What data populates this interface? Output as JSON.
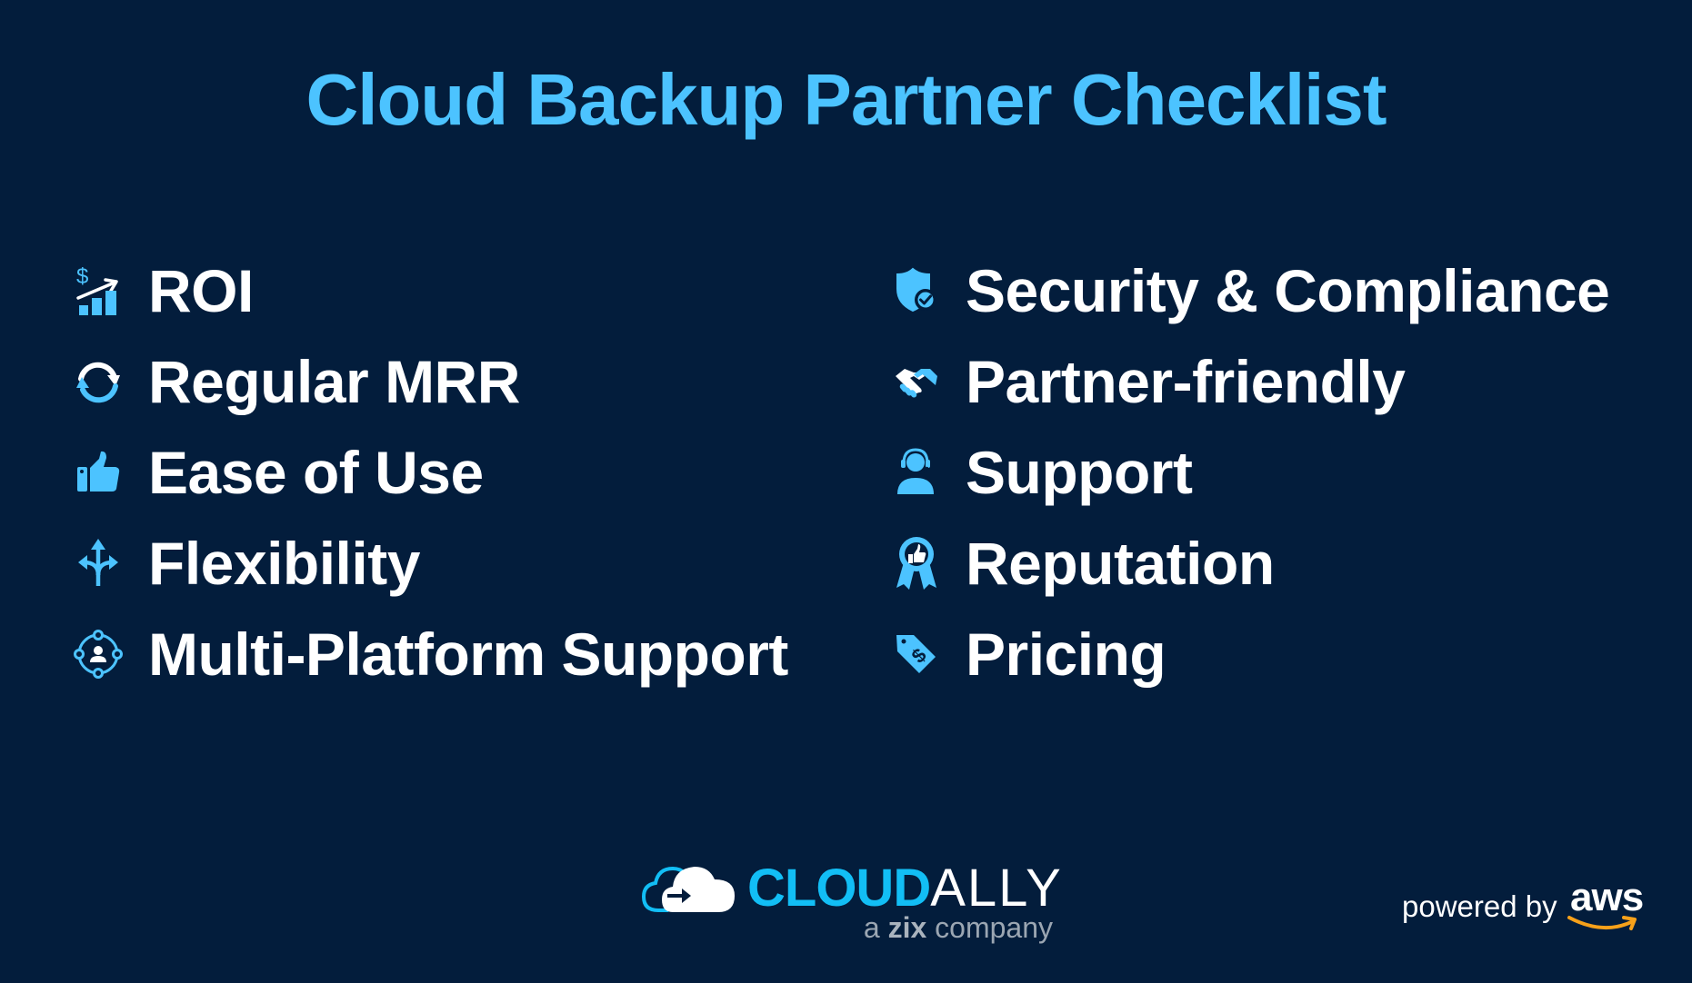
{
  "title": "Cloud Backup Partner Checklist",
  "colors": {
    "background": "#031d3c",
    "accent": "#4cc3ff",
    "text": "#ffffff",
    "brand_cyan": "#12bef5",
    "aws_orange": "#f7a11a"
  },
  "checklist": {
    "left": [
      {
        "icon": "roi-growth-chart-icon",
        "label": "ROI"
      },
      {
        "icon": "refresh-cycle-icon",
        "label": "Regular MRR"
      },
      {
        "icon": "thumbs-up-icon",
        "label": "Ease of Use"
      },
      {
        "icon": "split-arrows-icon",
        "label": "Flexibility"
      },
      {
        "icon": "user-network-icon",
        "label": "Multi-Platform Support"
      }
    ],
    "right": [
      {
        "icon": "shield-check-icon",
        "label": "Security & Compliance"
      },
      {
        "icon": "handshake-icon",
        "label": "Partner-friendly"
      },
      {
        "icon": "headset-agent-icon",
        "label": "Support"
      },
      {
        "icon": "award-ribbon-icon",
        "label": "Reputation"
      },
      {
        "icon": "price-tag-icon",
        "label": "Pricing"
      }
    ]
  },
  "footer": {
    "logo": {
      "brand_part1": "CLOUD",
      "brand_part2": "ALLY",
      "sub_prefix": "a",
      "sub_brand": "zix",
      "sub_suffix": "company"
    },
    "powered_by": {
      "text": "powered by",
      "brand": "aws"
    }
  }
}
